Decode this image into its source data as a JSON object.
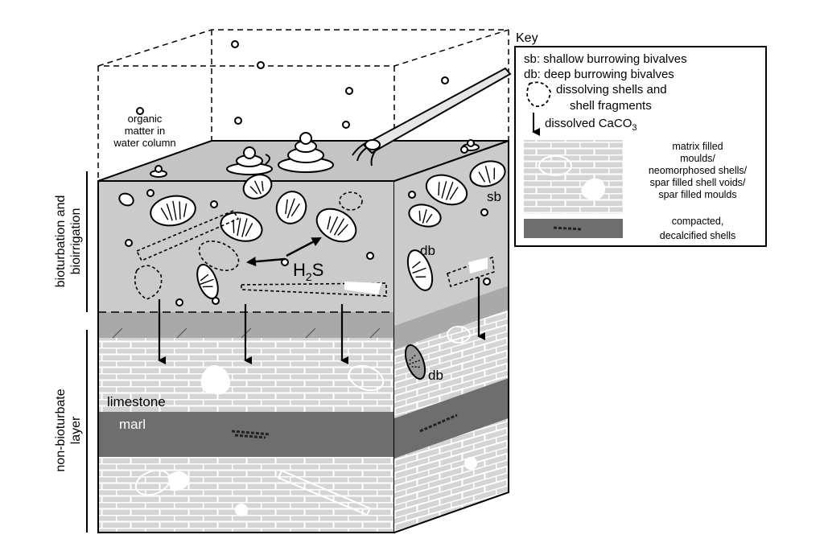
{
  "labels": {
    "organic_matter_line1": "organic",
    "organic_matter_line2": "matter in",
    "organic_matter_line3": "water column",
    "bioturbation_line1": "bioturbation and",
    "bioturbation_line2": "bioirrigation",
    "nonbioturbate_line1": "non-bioturbate",
    "nonbioturbate_line2": "layer",
    "limestone": "limestone",
    "marl": "marl",
    "h2s_main": "H",
    "h2s_sub": "2",
    "h2s_end": "S",
    "sb": "sb",
    "db_upper": "db",
    "db_lower": "db"
  },
  "key": {
    "title": "Key",
    "sb_entry": "sb: shallow burrowing bivalves",
    "db_entry": "db: deep burrowing bivalves",
    "dissolving_line1": "dissolving shells and",
    "dissolving_line2": "shell fragments",
    "dissolved_main": "dissolved CaCO",
    "dissolved_sub": "3",
    "matrix_line1": "matrix filled",
    "matrix_line2": "moulds/",
    "matrix_line3": "neomorphosed shells/",
    "matrix_line4": "spar filled shell voids/",
    "matrix_line5": "spar filled moulds",
    "compacted_line1": "compacted,",
    "compacted_line2": "decalcified shells"
  }
}
